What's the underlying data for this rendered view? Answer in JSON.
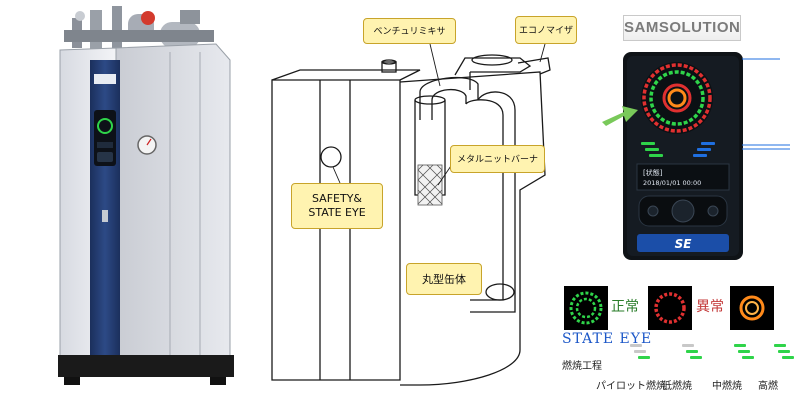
{
  "brand": {
    "name": "SAMSOLUTION"
  },
  "panel": {
    "status_label": "[状態]",
    "datetime": "2018/01/01 00:00",
    "model_badge": "SE"
  },
  "callouts": {
    "venturi_mixer": "ベンチュリミキサ",
    "economizer": "エコノマイザ",
    "metal_knit_burner": "メタルニットバーナ",
    "safety_state_eye_line1": "SAFETY&",
    "safety_state_eye_line2": "STATE EYE",
    "round_vessel": "丸型缶体"
  },
  "legend": {
    "normal": "正常",
    "abnormal": "異常",
    "title": "STATE EYE",
    "combustion_stage": "燃焼工程",
    "stages": [
      "パイロット燃焼",
      "低燃焼",
      "中燃焼",
      "高燃"
    ]
  },
  "colors": {
    "normal_green": "#2fd44a",
    "abnormal_red": "#e03030",
    "flame_orange": "#ff8a1a",
    "panel_dark": "#101418",
    "accent_blue": "#1f6fe0",
    "boiler_blue": "#243c6e"
  },
  "icons": [
    "state-eye-icon",
    "pressure-gauge-icon",
    "arrow-pointer-icon"
  ]
}
